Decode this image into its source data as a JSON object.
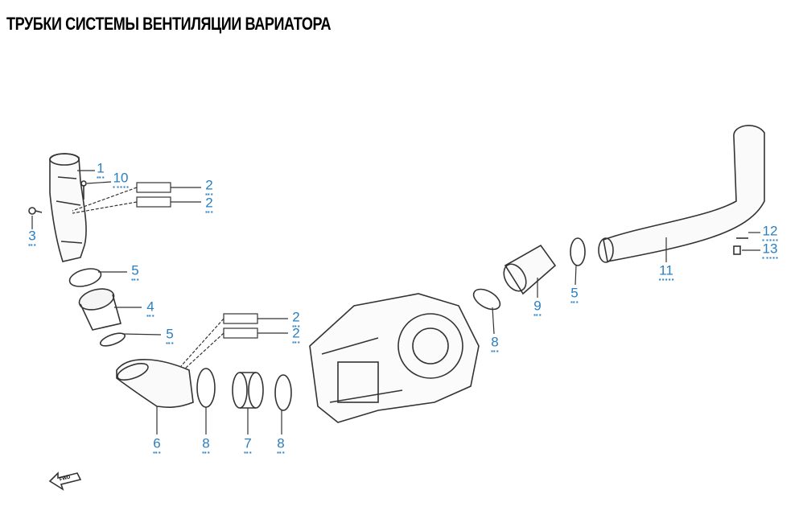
{
  "title": "ТРУБКИ СИСТЕМЫ ВЕНТИЛЯЦИИ ВАРИАТОРА",
  "callouts": [
    {
      "id": "c1",
      "label": "1"
    },
    {
      "id": "c10",
      "label": "10"
    },
    {
      "id": "c2a",
      "label": "2"
    },
    {
      "id": "c2b",
      "label": "2"
    },
    {
      "id": "c3",
      "label": "3"
    },
    {
      "id": "c5a",
      "label": "5"
    },
    {
      "id": "c4",
      "label": "4"
    },
    {
      "id": "c5b",
      "label": "5"
    },
    {
      "id": "c2c",
      "label": "2"
    },
    {
      "id": "c2d",
      "label": "2"
    },
    {
      "id": "c6",
      "label": "6"
    },
    {
      "id": "c8a",
      "label": "8"
    },
    {
      "id": "c7",
      "label": "7"
    },
    {
      "id": "c8b",
      "label": "8"
    },
    {
      "id": "c8c",
      "label": "8"
    },
    {
      "id": "c9",
      "label": "9"
    },
    {
      "id": "c5c",
      "label": "5"
    },
    {
      "id": "c11",
      "label": "11"
    },
    {
      "id": "c12",
      "label": "12"
    },
    {
      "id": "c13",
      "label": "13"
    }
  ],
  "fwd_label": "FWD",
  "colors": {
    "callout": "#2a7fc0",
    "line": "#333333"
  }
}
